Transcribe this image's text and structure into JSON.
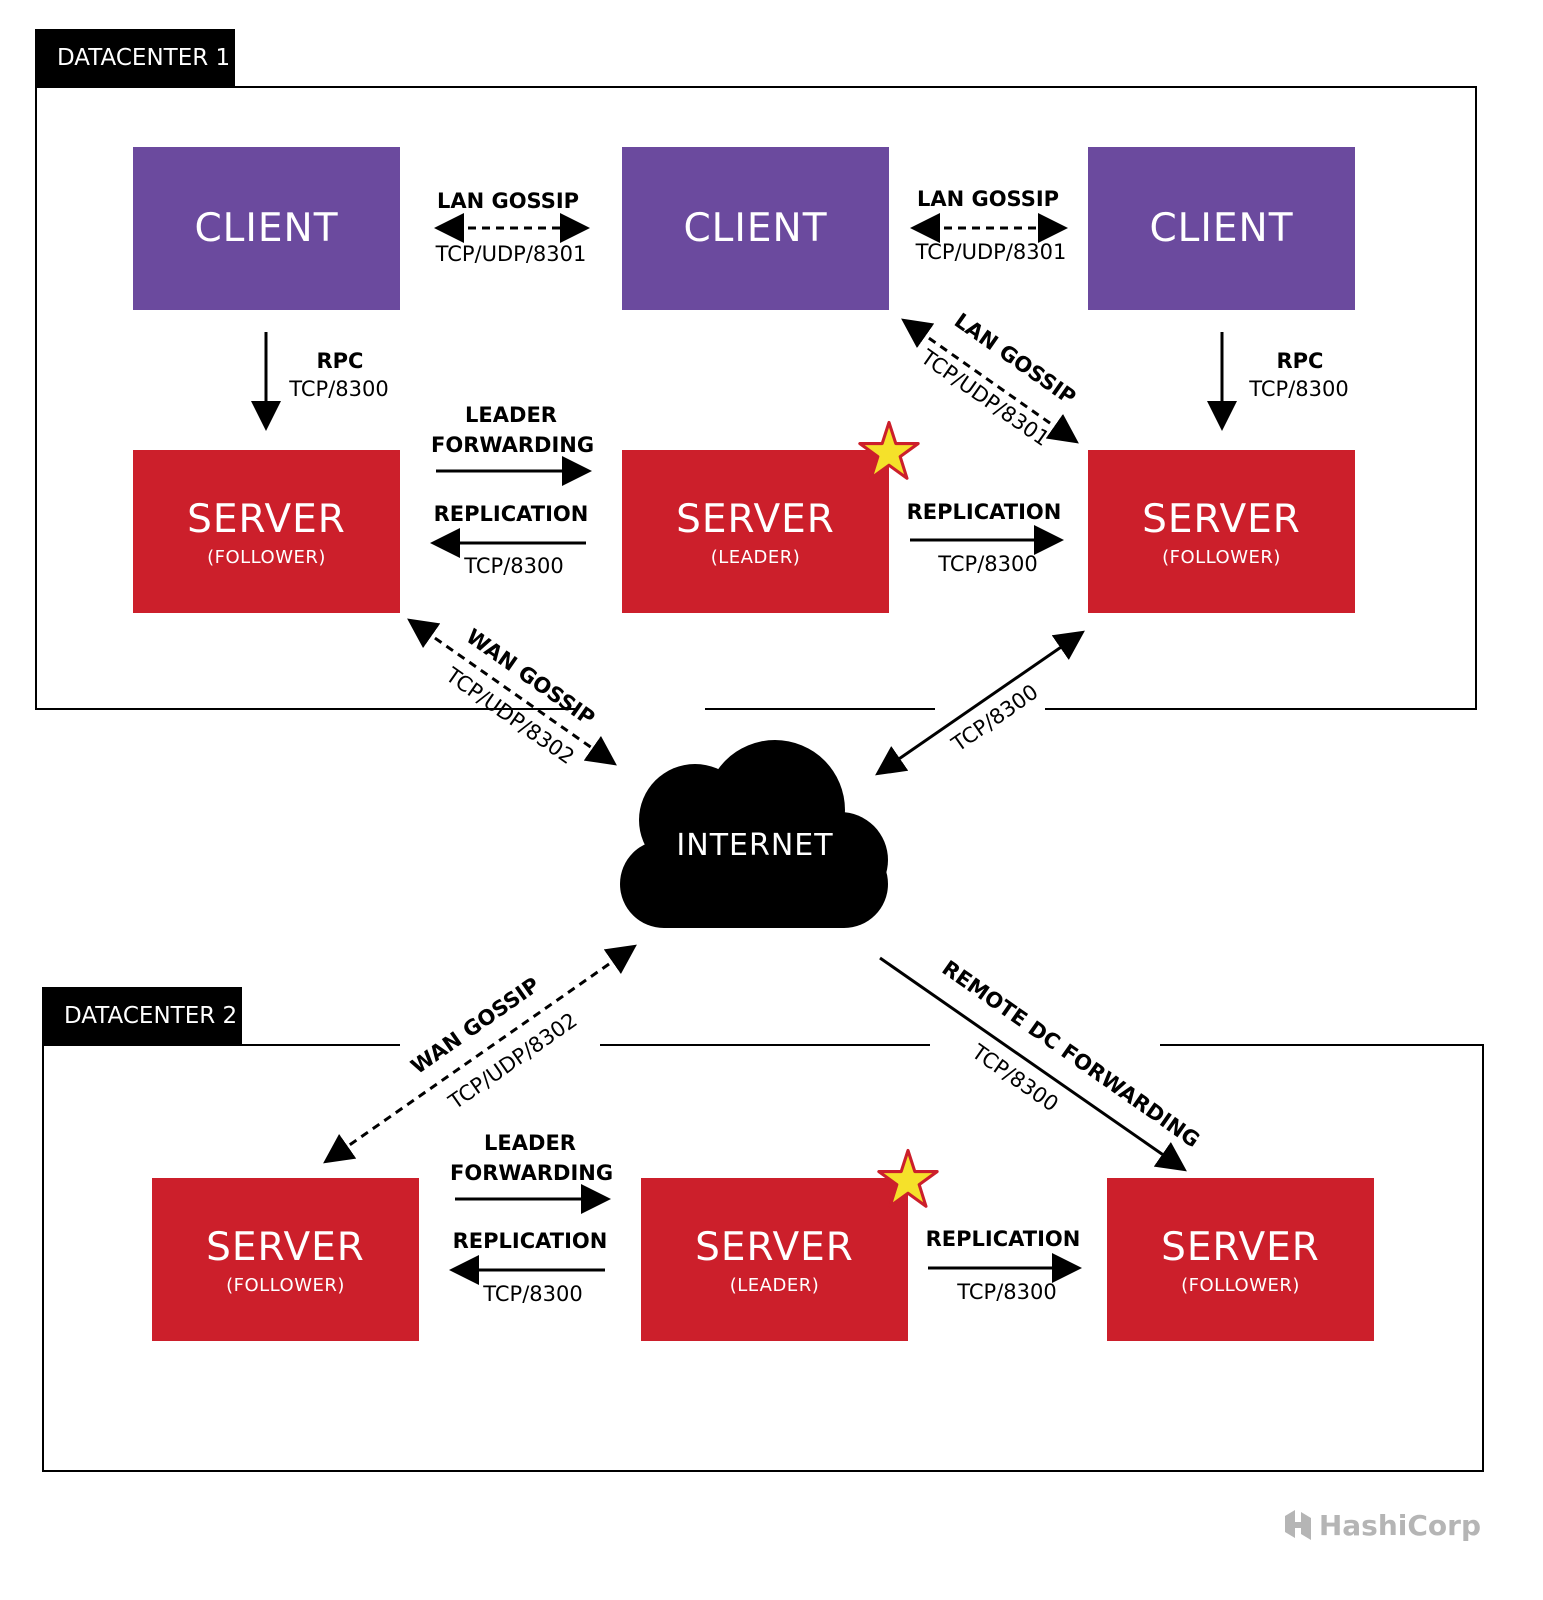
{
  "datacenters": [
    {
      "label": "DATACENTER 1"
    },
    {
      "label": "DATACENTER 2"
    }
  ],
  "dc1": {
    "clients": [
      "CLIENT",
      "CLIENT",
      "CLIENT"
    ],
    "servers": [
      {
        "title": "SERVER",
        "role": "(FOLLOWER)"
      },
      {
        "title": "SERVER",
        "role": "(LEADER)"
      },
      {
        "title": "SERVER",
        "role": "(FOLLOWER)"
      }
    ]
  },
  "dc2": {
    "servers": [
      {
        "title": "SERVER",
        "role": "(FOLLOWER)"
      },
      {
        "title": "SERVER",
        "role": "(LEADER)"
      },
      {
        "title": "SERVER",
        "role": "(FOLLOWER)"
      }
    ]
  },
  "links": {
    "lan_gossip": "LAN GOSSIP",
    "lan_port": "TCP/UDP/8301",
    "rpc": "RPC",
    "rpc_port": "TCP/8300",
    "leader_forwarding_1": "LEADER",
    "leader_forwarding_2": "FORWARDING",
    "replication": "REPLICATION",
    "tcp_port": "TCP/8300",
    "wan_gossip": "WAN GOSSIP",
    "wan_port": "TCP/UDP/8302",
    "remote_dc": "REMOTE DC FORWARDING"
  },
  "internet": "INTERNET",
  "brand": "HashiCorp",
  "colors": {
    "client": "#6b4a9e",
    "server": "#cc1f2b",
    "star": "#f5e12a",
    "star_outline": "#cc1f2b"
  }
}
